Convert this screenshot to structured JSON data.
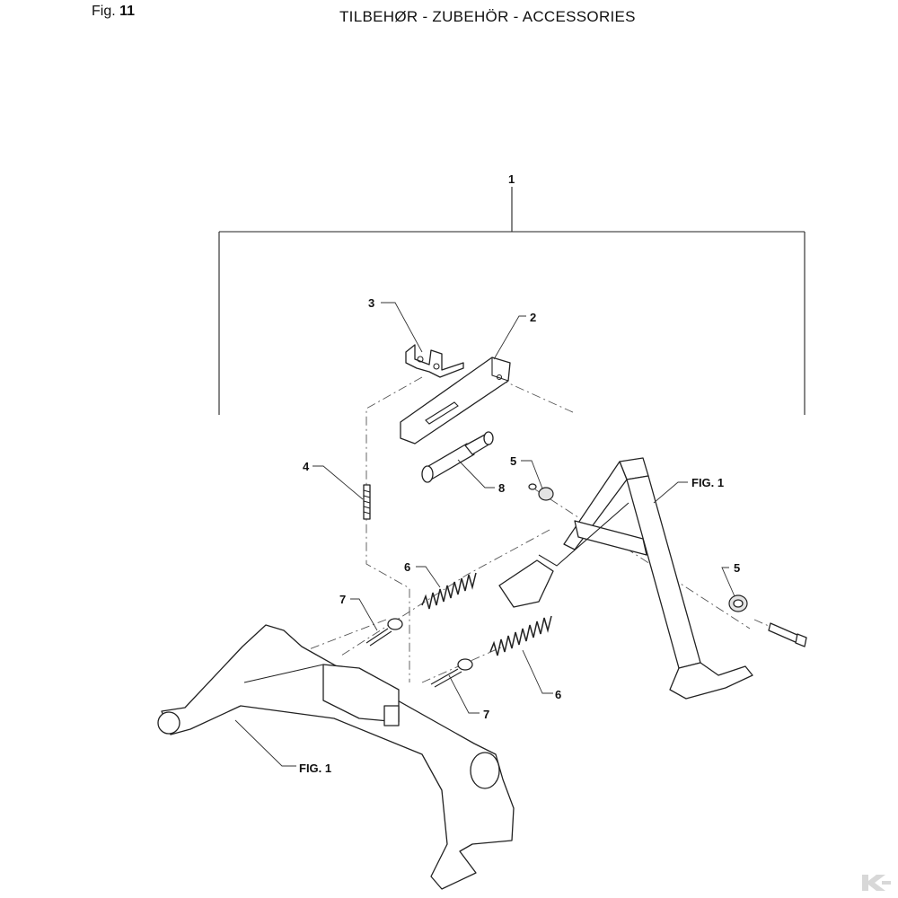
{
  "header": {
    "fig_prefix": "Fig.",
    "fig_number": "11",
    "title": "TILBEHØR - ZUBEHÖR - ACCESSORIES"
  },
  "callouts": [
    {
      "id": "c1",
      "text": "1"
    },
    {
      "id": "c2",
      "text": "2"
    },
    {
      "id": "c3",
      "text": "3"
    },
    {
      "id": "c4",
      "text": "4"
    },
    {
      "id": "c5a",
      "text": "5"
    },
    {
      "id": "c5b",
      "text": "5"
    },
    {
      "id": "c6a",
      "text": "6"
    },
    {
      "id": "c6b",
      "text": "6"
    },
    {
      "id": "c7a",
      "text": "7"
    },
    {
      "id": "c7b",
      "text": "7"
    },
    {
      "id": "c8",
      "text": "8"
    },
    {
      "id": "fig1a",
      "text": "FIG. 1"
    },
    {
      "id": "fig1b",
      "text": "FIG. 1"
    }
  ],
  "colors": {
    "line": "#222222",
    "background": "#ffffff",
    "brand_mark": "#d8d8d8"
  },
  "icons": {
    "brand_mark": "k-logo-icon"
  }
}
